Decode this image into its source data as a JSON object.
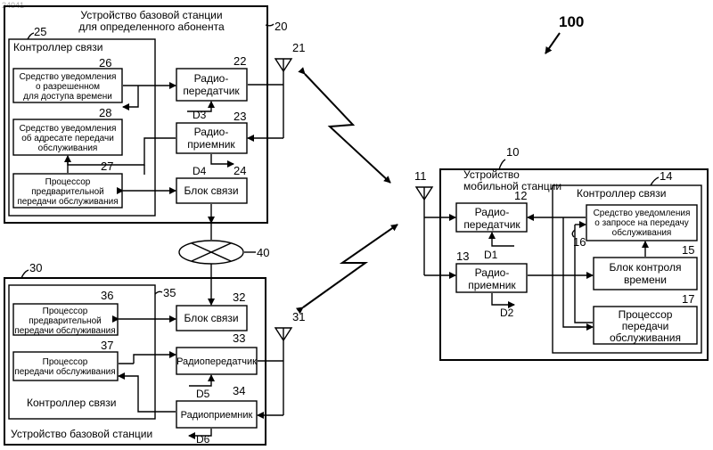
{
  "figure_no": "100",
  "watermark": "24041",
  "bs_top": {
    "ref": "20",
    "title1": "Устройство базовой станции",
    "title2": "для определенного абонента",
    "ctrl_ref": "25",
    "ctrl_label": "Контроллер связи",
    "b26": {
      "ref": "26",
      "l1": "Средство уведомления",
      "l2": "о разрешенном",
      "l3": "для доступа времени"
    },
    "b28": {
      "ref": "28",
      "l1": "Средство уведомления",
      "l2": "об адресате передачи",
      "l3": "обслуживания"
    },
    "b27": {
      "ref": "27",
      "l1": "Процессор",
      "l2": "предварительной",
      "l3": "передачи обслуживания"
    },
    "b22": {
      "ref": "22",
      "l1": "Радио-",
      "l2": "передатчик"
    },
    "b23": {
      "ref": "23",
      "l1": "Радио-",
      "l2": "приемник"
    },
    "b24": {
      "ref": "24",
      "l1": "Блок связи"
    },
    "antenna_ref": "21",
    "d3": "D3",
    "d4": "D4"
  },
  "network_ref": "40",
  "bs_bottom": {
    "ref": "30",
    "title": "Устройство базовой станции",
    "ctrl_ref": "35",
    "ctrl_label": "Контроллер связи",
    "b36": {
      "ref": "36",
      "l1": "Процессор",
      "l2": "предварительной",
      "l3": "передачи обслуживания"
    },
    "b37": {
      "ref": "37",
      "l1": "Процессор",
      "l2": "передачи обслуживания"
    },
    "b32": {
      "ref": "32",
      "l1": "Блок связи"
    },
    "b33": {
      "ref": "33",
      "l1": "Радиопередатчик"
    },
    "b34": {
      "ref": "34",
      "l1": "Радиоприемник"
    },
    "antenna_ref": "31",
    "d5": "D5",
    "d6": "D6"
  },
  "mobile": {
    "ref": "10",
    "title1": "Устройство",
    "title2": "мобильной станции",
    "antenna_ref": "11",
    "ctrl_ref": "14",
    "ctrl_label": "Контроллер связи",
    "b12": {
      "ref": "12",
      "l1": "Радио-",
      "l2": "передатчик"
    },
    "b13": {
      "ref": "13",
      "l1": "Радио-",
      "l2": "приемник"
    },
    "b16": {
      "ref": "16",
      "l1": "Средство уведомления",
      "l2": "о запросе на передачу",
      "l3": "обслуживания"
    },
    "b15": {
      "ref": "15",
      "l1": "Блок контроля",
      "l2": "времени"
    },
    "b17": {
      "ref": "17",
      "l1": "Процессор",
      "l2": "передачи",
      "l3": "обслуживания"
    },
    "d1": "D1",
    "d2": "D2"
  }
}
